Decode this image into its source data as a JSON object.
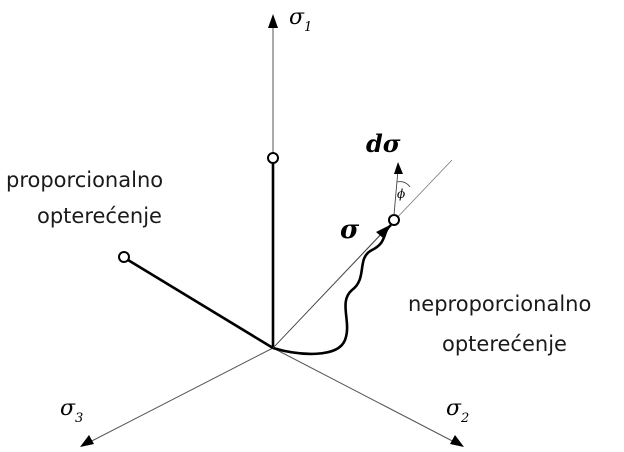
{
  "axes": {
    "sigma1": {
      "symbol": "σ",
      "subscript": "1"
    },
    "sigma2": {
      "symbol": "σ",
      "subscript": "2"
    },
    "sigma3": {
      "symbol": "σ",
      "subscript": "3"
    }
  },
  "vectors": {
    "stress": "σ",
    "increment": "dσ",
    "angle": "ϕ"
  },
  "labels": {
    "proportional_line1": "proporcionalno",
    "proportional_line2": "opterećenje",
    "nonproportional_line1": "neproporcionalno",
    "nonproportional_line2": "opterećenje"
  }
}
